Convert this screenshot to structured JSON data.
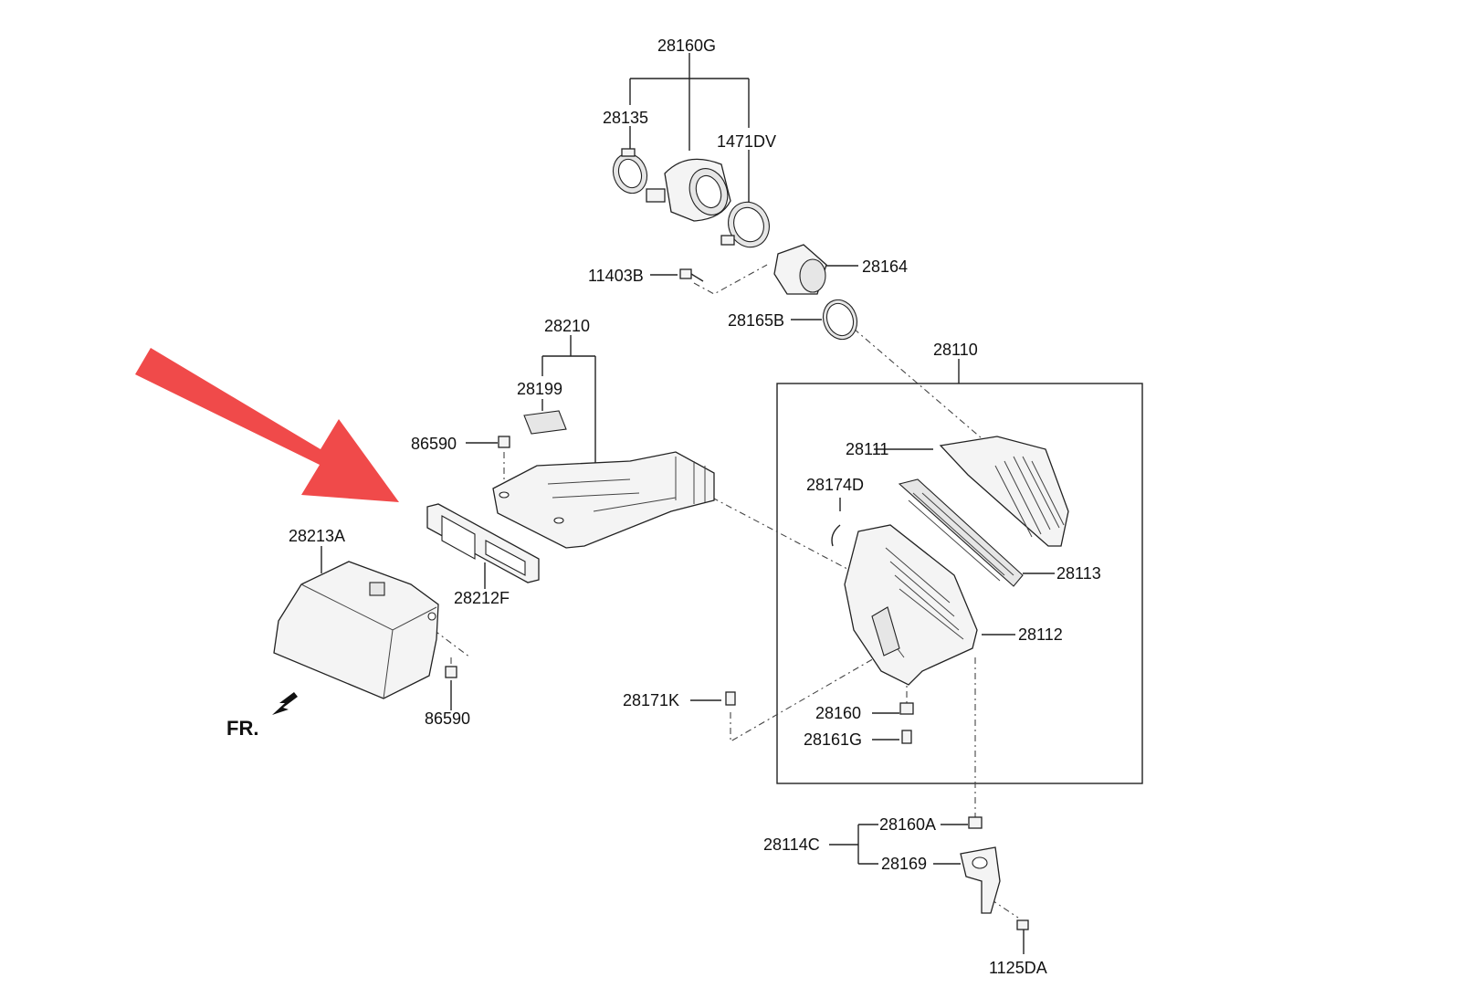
{
  "diagram": {
    "front_label": "FR.",
    "arrow_color": "#f04a4a",
    "labels": {
      "p28160G": "28160G",
      "p28135": "28135",
      "p1471DV": "1471DV",
      "p11403B": "11403B",
      "p28164": "28164",
      "p28165B": "28165B",
      "p28210": "28210",
      "p28199": "28199",
      "p86590_top": "86590",
      "p28110": "28110",
      "p28111": "28111",
      "p28174D": "28174D",
      "p28113": "28113",
      "p28213A": "28213A",
      "p28212F": "28212F",
      "p28112": "28112",
      "p28171K": "28171K",
      "p28160": "28160",
      "p28161G": "28161G",
      "p86590_bottom": "86590",
      "p28160A": "28160A",
      "p28114C": "28114C",
      "p28169": "28169",
      "p1125DA": "1125DA"
    }
  }
}
